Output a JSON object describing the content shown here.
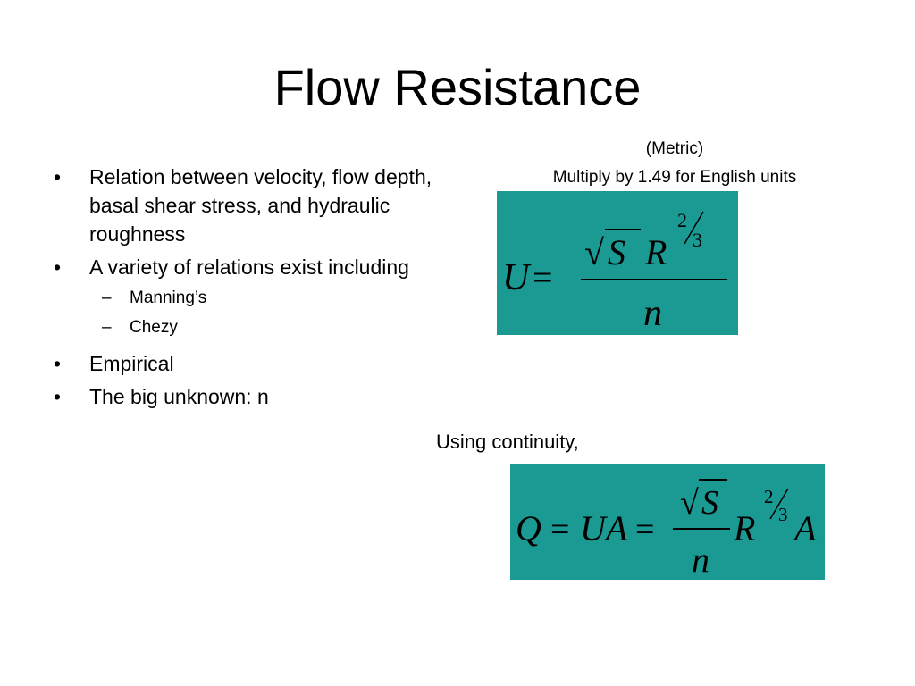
{
  "title": "Flow Resistance",
  "bullets": [
    {
      "marker": "•",
      "text": "Relation between velocity, flow depth, basal shear stress, and hydraulic roughness"
    },
    {
      "marker": "•",
      "text": "A variety of relations exist including"
    },
    {
      "marker": "•",
      "text": "Empirical"
    },
    {
      "marker": "•",
      "text": "The big unknown: n"
    }
  ],
  "sub_bullets": [
    {
      "marker": "–",
      "text": "Manning’s"
    },
    {
      "marker": "–",
      "text": "Chezy"
    }
  ],
  "notes": {
    "metric": "(Metric)",
    "english": "Multiply by 1.49 for English units",
    "continuity": "Using continuity,"
  },
  "equation1": {
    "lhs": "U",
    "equals": "=",
    "radical": "√",
    "radicand": "S",
    "base": "R",
    "exp_num": "2",
    "exp_den": "3",
    "denominator": "n"
  },
  "equation2": {
    "q": "Q",
    "eq1": "=",
    "ua": "UA",
    "eq2": "=",
    "radical": "√",
    "radicand": "S",
    "denominator": "n",
    "base": "R",
    "exp_num": "2",
    "exp_den": "3",
    "area": "A"
  },
  "colors": {
    "equation_background": "#1a9a92",
    "text": "#000000"
  }
}
